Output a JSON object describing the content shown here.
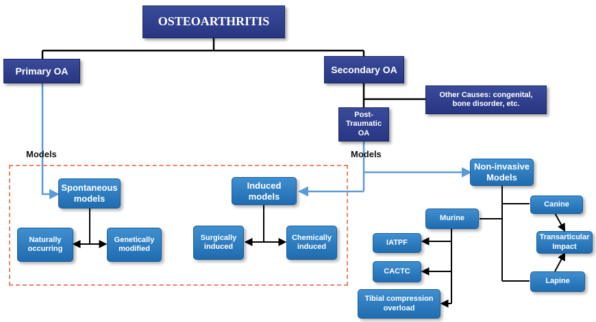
{
  "diagram": {
    "root": "OSTEOARTHRITIS",
    "primary": "Primary OA",
    "secondary": "Secondary OA",
    "other_causes": "Other Causes: congenital, bone disorder, etc.",
    "post_traumatic": "Post-Traumatic OA",
    "models_label_left": "Models",
    "models_label_right": "Models",
    "spontaneous": "Spontaneous models",
    "induced": "Induced models",
    "naturally": "Naturally occurring",
    "genetically": "Genetically modified",
    "surgically": "Surgically induced",
    "chemically": "Chemically induced",
    "noninvasive": "Non-invasive Models",
    "murine": "Murine",
    "canine": "Canine",
    "lapine": "Lapine",
    "transarticular": "Transarticular Impact",
    "iatpf": "IATPF",
    "cactc": "CACTC",
    "tibial": "Tibial compression overload"
  },
  "colors": {
    "navy_node": "#2e3d8c",
    "blue_node": "#2a7cc2",
    "dashed_border": "#ef7f63",
    "connector": "#000000",
    "arrow_connector": "#5b9bd5"
  }
}
